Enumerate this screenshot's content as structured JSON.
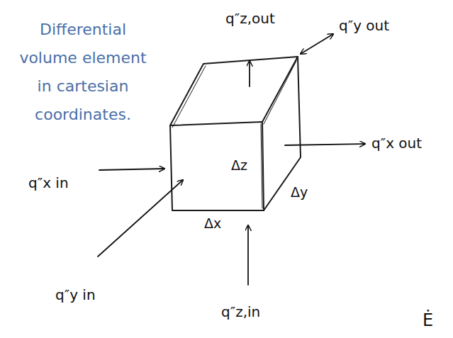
{
  "diagram": {
    "labels": [
      "Differential volume element in cartesian coordinates.",
      "q″z,out",
      "q″y out",
      "q″x out",
      "q″x in",
      "q″y in",
      "q″z,in",
      "Δz",
      "Δy",
      "Δx",
      "Ė"
    ]
  }
}
